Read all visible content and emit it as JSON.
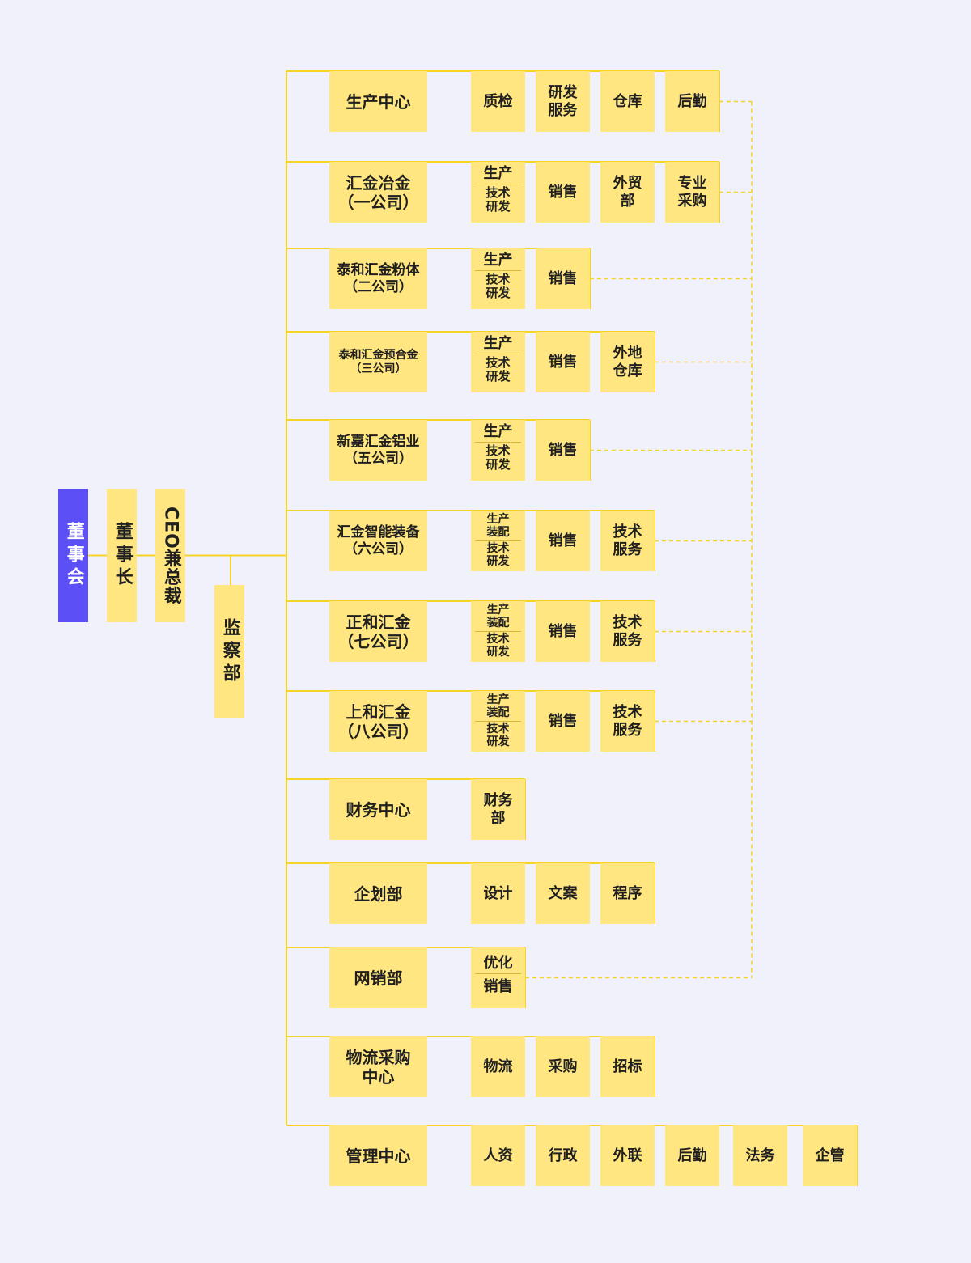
{
  "board": "董事会",
  "chairman": "董事长",
  "ceo": "CEO兼总裁",
  "supervisory": "监察部",
  "rows": [
    {
      "name": [
        "生产中心"
      ],
      "subs": [
        {
          "label": [
            "质检"
          ]
        },
        {
          "label": [
            "研发",
            "服务"
          ]
        },
        {
          "label": [
            "仓库"
          ]
        },
        {
          "label": [
            "后勤"
          ]
        }
      ]
    },
    {
      "name": [
        "汇金冶金",
        "（一公司）"
      ],
      "subs": [
        {
          "top": [
            "生产"
          ],
          "bottom": [
            "技术",
            "研发"
          ]
        },
        {
          "label": [
            "销售"
          ]
        },
        {
          "label": [
            "外贸",
            "部"
          ]
        },
        {
          "label": [
            "专业",
            "采购"
          ]
        }
      ]
    },
    {
      "name": [
        "泰和汇金粉体",
        "（二公司）"
      ],
      "subs": [
        {
          "top": [
            "生产"
          ],
          "bottom": [
            "技术",
            "研发"
          ]
        },
        {
          "label": [
            "销售"
          ]
        }
      ]
    },
    {
      "name": [
        "泰和汇金预合金",
        "（三公司）"
      ],
      "subs": [
        {
          "top": [
            "生产"
          ],
          "bottom": [
            "技术",
            "研发"
          ]
        },
        {
          "label": [
            "销售"
          ]
        },
        {
          "label": [
            "外地",
            "仓库"
          ]
        }
      ]
    },
    {
      "name": [
        "新嘉汇金铝业",
        "（五公司）"
      ],
      "subs": [
        {
          "top": [
            "生产"
          ],
          "bottom": [
            "技术",
            "研发"
          ]
        },
        {
          "label": [
            "销售"
          ]
        }
      ]
    },
    {
      "name": [
        "汇金智能装备",
        "（六公司）"
      ],
      "subs": [
        {
          "top": [
            "生产",
            "装配"
          ],
          "bottom": [
            "技术",
            "研发"
          ]
        },
        {
          "label": [
            "销售"
          ]
        },
        {
          "label": [
            "技术",
            "服务"
          ]
        }
      ]
    },
    {
      "name": [
        "正和汇金",
        "（七公司）"
      ],
      "subs": [
        {
          "top": [
            "生产",
            "装配"
          ],
          "bottom": [
            "技术",
            "研发"
          ]
        },
        {
          "label": [
            "销售"
          ]
        },
        {
          "label": [
            "技术",
            "服务"
          ]
        }
      ]
    },
    {
      "name": [
        "上和汇金",
        "（八公司）"
      ],
      "subs": [
        {
          "top": [
            "生产",
            "装配"
          ],
          "bottom": [
            "技术",
            "研发"
          ]
        },
        {
          "label": [
            "销售"
          ]
        },
        {
          "label": [
            "技术",
            "服务"
          ]
        }
      ]
    },
    {
      "name": [
        "财务中心"
      ],
      "subs": [
        {
          "label": [
            "财务",
            "部"
          ]
        }
      ]
    },
    {
      "name": [
        "企划部"
      ],
      "subs": [
        {
          "label": [
            "设计"
          ]
        },
        {
          "label": [
            "文案"
          ]
        },
        {
          "label": [
            "程序"
          ]
        }
      ]
    },
    {
      "name": [
        "网销部"
      ],
      "subs": [
        {
          "top": [
            "优化"
          ],
          "bottom": [
            "销售"
          ]
        }
      ]
    },
    {
      "name": [
        "物流采购",
        "中心"
      ],
      "subs": [
        {
          "label": [
            "物流"
          ]
        },
        {
          "label": [
            "采购"
          ]
        },
        {
          "label": [
            "招标"
          ]
        }
      ]
    },
    {
      "name": [
        "管理中心"
      ],
      "subs": [
        {
          "label": [
            "人资"
          ]
        },
        {
          "label": [
            "行政"
          ]
        },
        {
          "label": [
            "外联"
          ]
        },
        {
          "label": [
            "后勤"
          ]
        },
        {
          "label": [
            "法务"
          ]
        },
        {
          "label": [
            "企管"
          ]
        }
      ]
    }
  ],
  "colors": {
    "box": "#ffe680",
    "board": "#5b4ff5",
    "line": "#f5d327",
    "background": "#f0f1fb"
  }
}
